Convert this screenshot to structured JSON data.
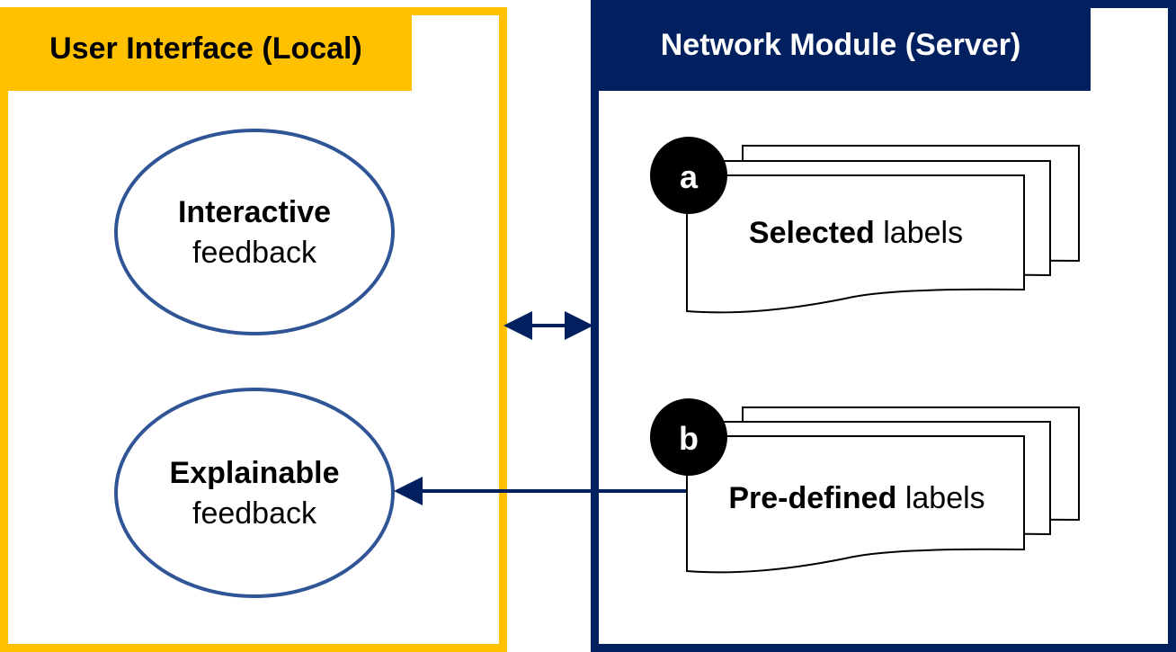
{
  "local_panel": {
    "title": "User Interface (Local)",
    "color": "#FFC000"
  },
  "server_panel": {
    "title": "Network Module (Server)",
    "color": "#002060"
  },
  "feedback": {
    "interactive": {
      "bold": "Interactive",
      "normal": "feedback"
    },
    "explainable": {
      "bold": "Explainable",
      "normal": "feedback"
    },
    "ellipse_stroke": "#2F5597"
  },
  "labels": {
    "selected": {
      "badge": "a",
      "bold": "Selected",
      "normal": " labels"
    },
    "predefined": {
      "badge": "b",
      "bold": "Pre-defined",
      "normal": " labels"
    }
  },
  "arrow_color": "#002060"
}
